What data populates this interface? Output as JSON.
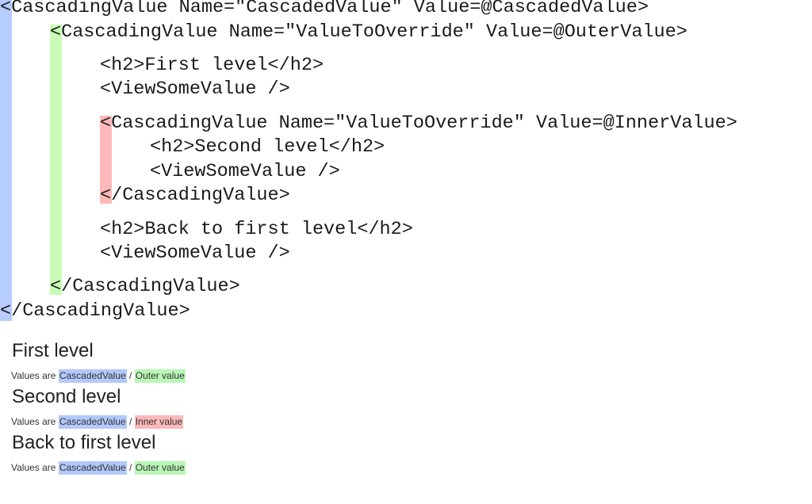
{
  "colors": {
    "blue": "#b7ccff",
    "green": "#c9fbb6",
    "red": "#fdb9b9",
    "chip_blue": "#b3c8fb",
    "chip_green": "#b9f6b6",
    "chip_red": "#fbb9b9"
  },
  "code": {
    "lines": [
      "<CascadingValue Name=\"CascadedValue\" Value=@CascadedValue>",
      "<CascadingValue Name=\"ValueToOverride\" Value=@OuterValue>",
      "<h2>First level</h2>",
      "<ViewSomeValue />",
      "<CascadingValue Name=\"ValueToOverride\" Value=@InnerValue>",
      "<h2>Second level</h2>",
      "<ViewSomeValue />",
      "</CascadingValue>",
      "<h2>Back to first level</h2>",
      "<ViewSomeValue />",
      "</CascadingValue>",
      "</CascadingValue>"
    ]
  },
  "output": {
    "sections": [
      {
        "heading": "First level",
        "prefix": "Values are",
        "cascaded": "CascadedValue",
        "sep": "/",
        "override": "Outer value"
      },
      {
        "heading": "Second level",
        "prefix": "Values are",
        "cascaded": "CascadedValue",
        "sep": "/",
        "override": "Inner value"
      },
      {
        "heading": "Back to first level",
        "prefix": "Values are",
        "cascaded": "CascadedValue",
        "sep": "/",
        "override": "Outer value"
      }
    ]
  }
}
